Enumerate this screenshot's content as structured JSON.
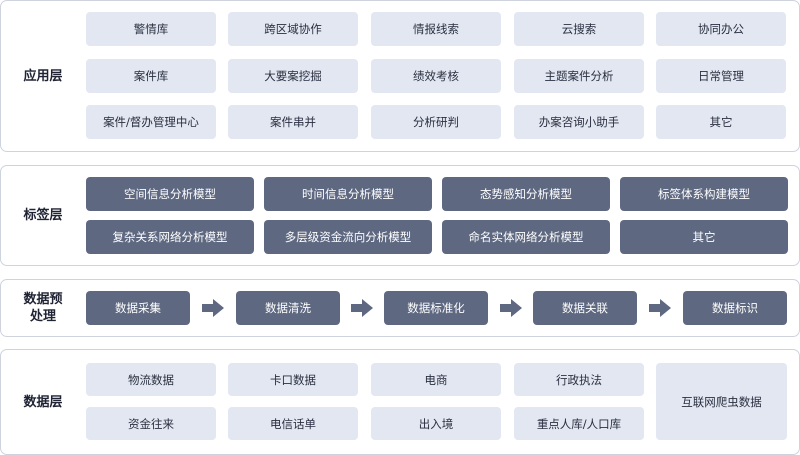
{
  "application_layer": {
    "title": "应用层",
    "items": [
      "警情库",
      "跨区域协作",
      "情报线索",
      "云搜索",
      "协同办公",
      "案件库",
      "大要案挖掘",
      "绩效考核",
      "主题案件分析",
      "日常管理",
      "案件/督办管理中心",
      "案件串并",
      "分析研判",
      "办案咨询小助手",
      "其它"
    ]
  },
  "tag_layer": {
    "title": "标签层",
    "items": [
      "空间信息分析模型",
      "时间信息分析模型",
      "态势感知分析模型",
      "标签体系构建模型",
      "复杂关系网络分析模型",
      "多层级资金流向分析模型",
      "命名实体网络分析模型",
      "其它"
    ]
  },
  "preprocess_layer": {
    "title": "数据预\n处理",
    "steps": [
      "数据采集",
      "数据清洗",
      "数据标准化",
      "数据关联",
      "数据标识"
    ]
  },
  "data_layer": {
    "title": "数据层",
    "items": [
      "物流数据",
      "卡口数据",
      "电商",
      "行政执法",
      "资金往来",
      "电信话单",
      "出入境",
      "重点人库/人口库"
    ],
    "side_item": "互联网爬虫数据"
  },
  "colors": {
    "light_box": "#e3e7f2",
    "dark_box": "#5e6880",
    "border": "#cfd3de",
    "arrow": "#5e6880"
  }
}
